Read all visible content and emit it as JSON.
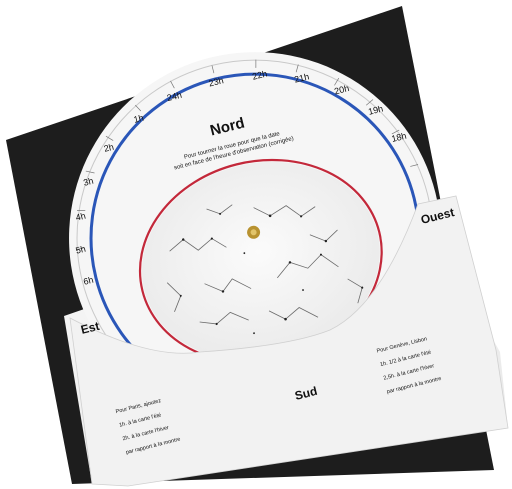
{
  "planisphere": {
    "north": "Nord",
    "south": "Sud",
    "east": "Est",
    "west": "Ouest",
    "north_caption_1": "Pour tourner la roue pour que la date",
    "north_caption_2": "soit en face de l'heure d'observation (corrigée)",
    "hours": [
      "24h",
      "23h",
      "22h",
      "21h",
      "20h",
      "19h",
      "18h",
      "1h",
      "2h",
      "3h",
      "4h",
      "5h",
      "6h"
    ],
    "left_note": [
      "Pour Paris, ajoutez",
      "1h. à la carte l'été",
      "2h. à la carte l'hiver",
      "par rapport à la montre"
    ],
    "right_note": [
      "Pour Genève, Lisbon",
      "1h. 1/2 à la carte l'été",
      "2,5h. à la carte l'hiver",
      "par rapport à la montre"
    ],
    "colors": {
      "blue_ring": "#2a56b8",
      "red_horizon": "#c3283a",
      "background_dark": "#1a1a1a"
    }
  }
}
